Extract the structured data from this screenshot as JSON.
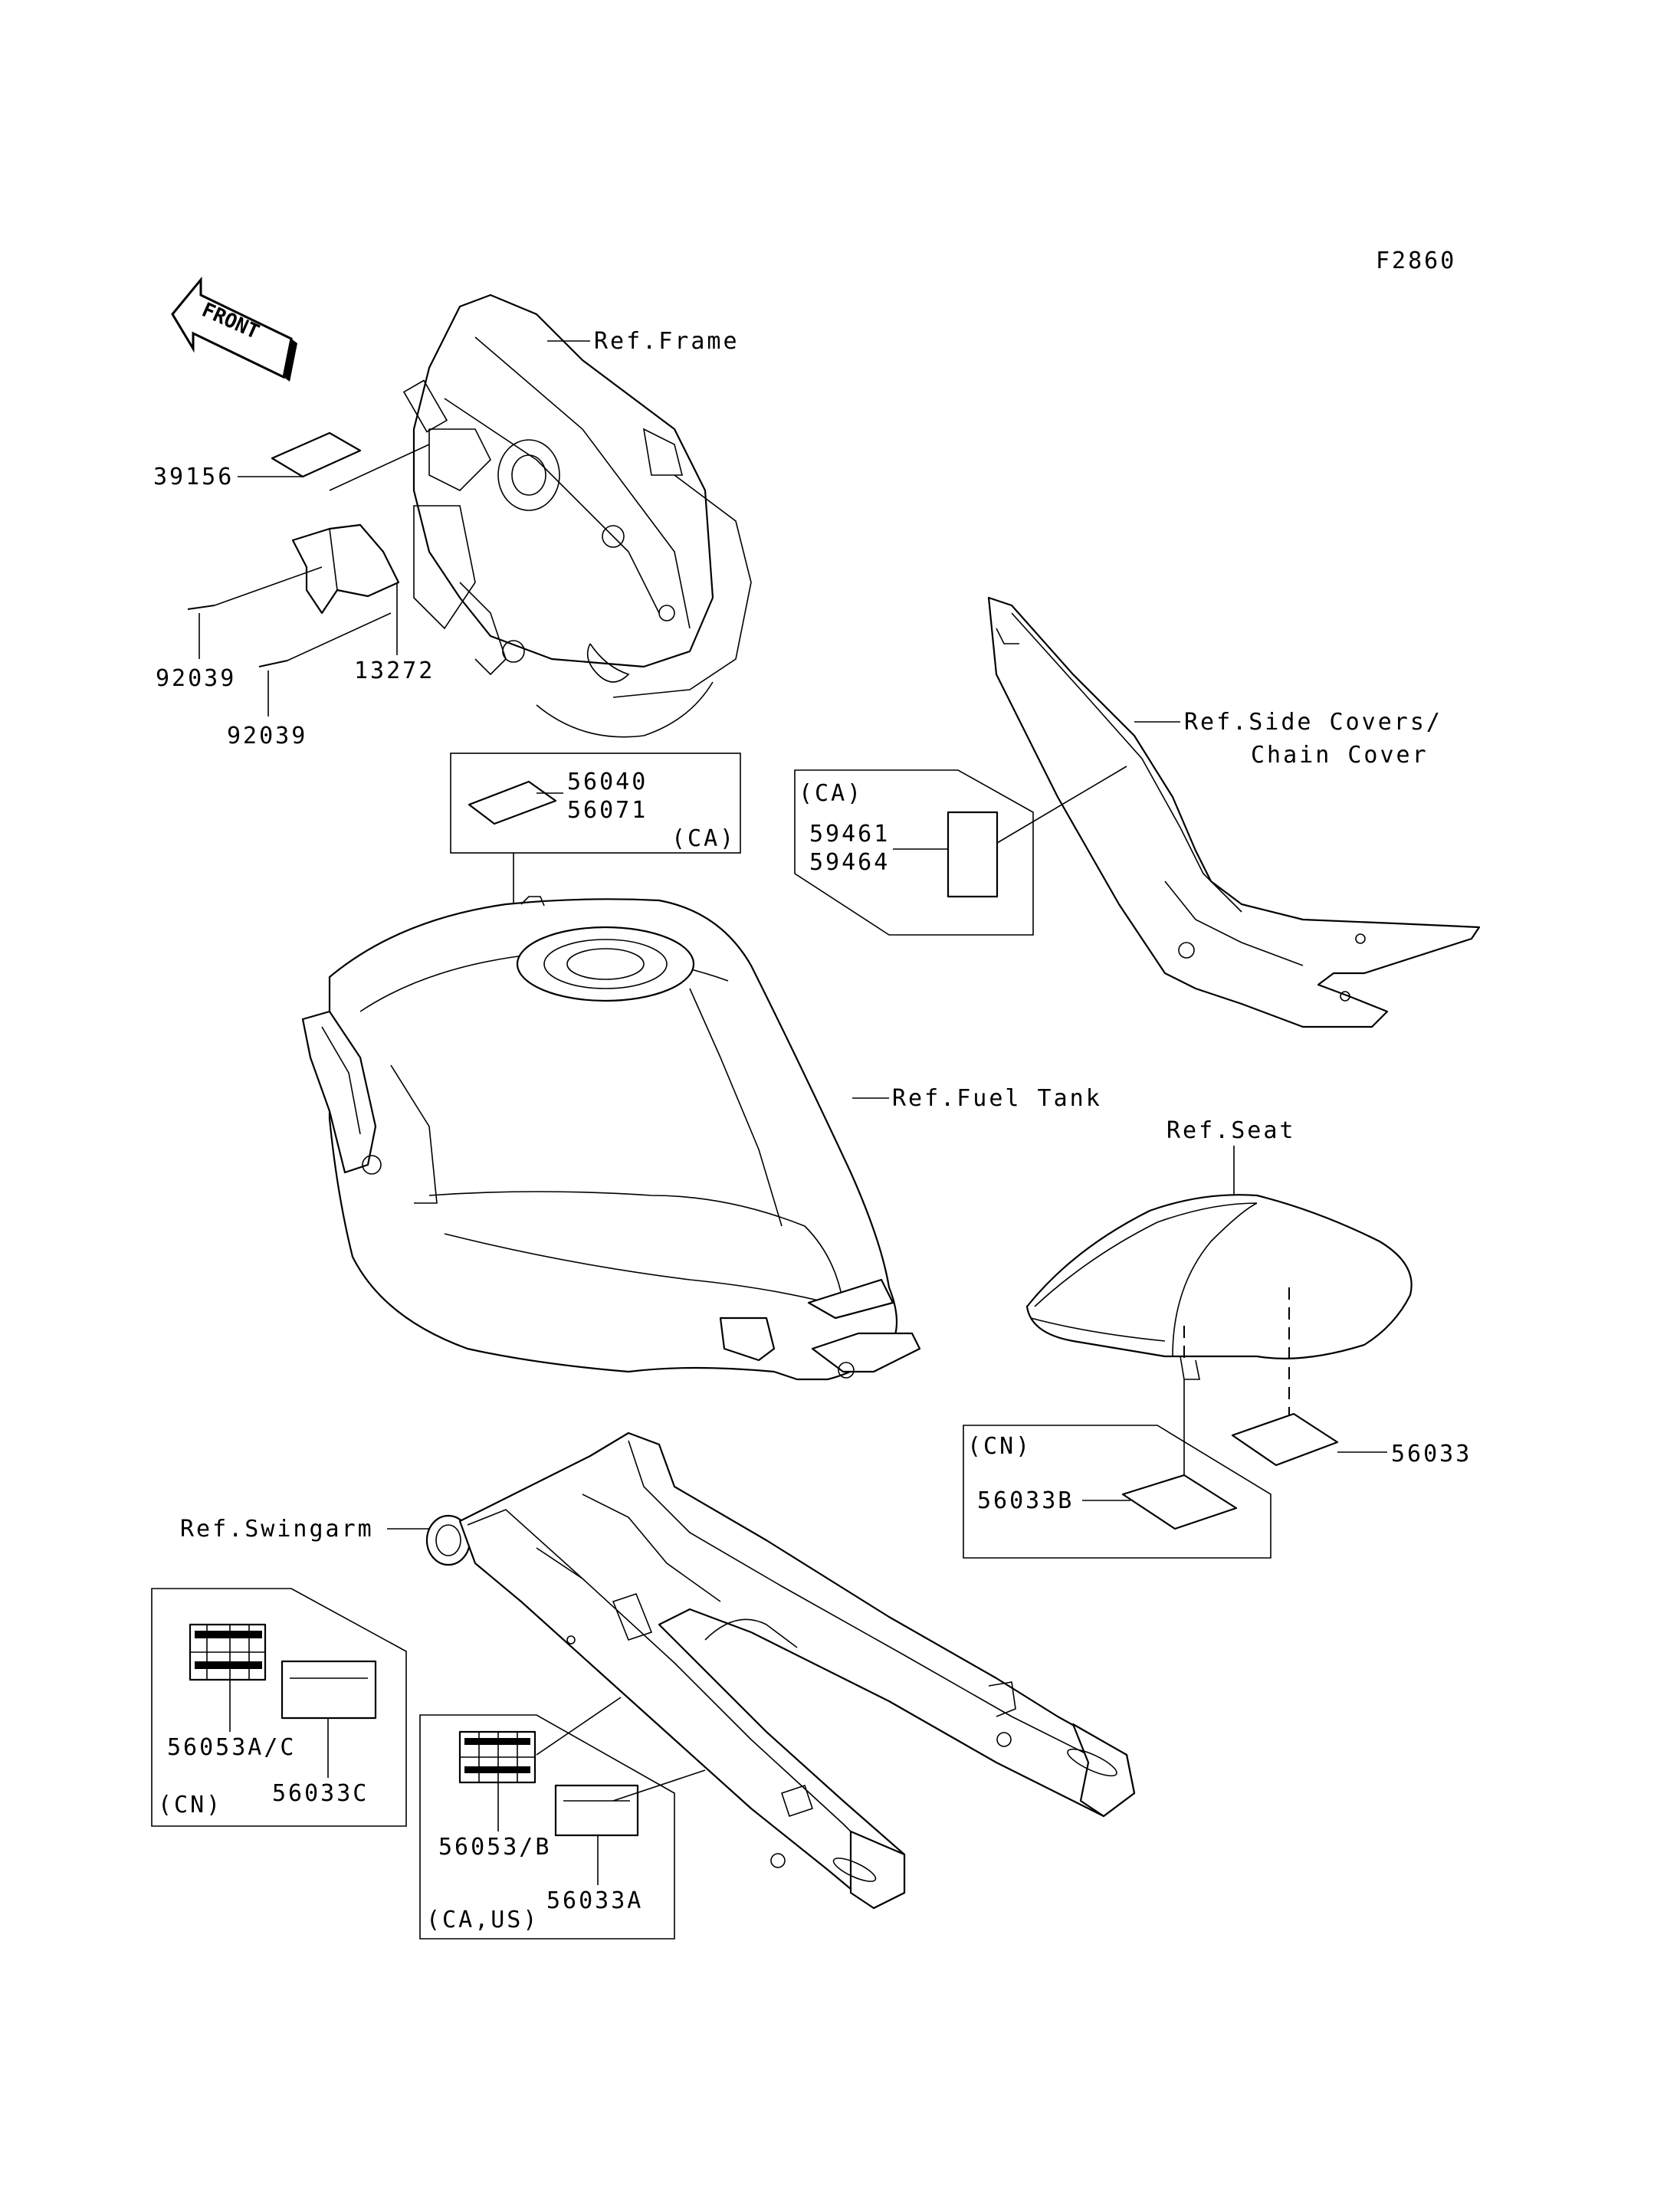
{
  "figure_code": "F2860",
  "front_arrow": "FRONT",
  "refs": {
    "frame": "Ref.Frame",
    "side_covers": "Ref.Side Covers/",
    "chain_cover": "Chain Cover",
    "fuel_tank": "Ref.Fuel Tank",
    "seat": "Ref.Seat",
    "swingarm": "Ref.Swingarm"
  },
  "parts": {
    "p39156": "39156",
    "p92039a": "92039",
    "p92039b": "92039",
    "p13272": "13272",
    "p56040": "56040",
    "p56071": "56071",
    "p59461": "59461",
    "p59464": "59464",
    "p56033": "56033",
    "p56033B": "56033B",
    "p56053AC": "56053A/C",
    "p56033C": "56033C",
    "p56053B": "56053/B",
    "p56033A": "56033A"
  },
  "regions": {
    "tank_ca": "(CA)",
    "side_ca": "(CA)",
    "seat_cn": "(CN)",
    "swing_cn": "(CN)",
    "swing_caus": "(CA,US)"
  }
}
